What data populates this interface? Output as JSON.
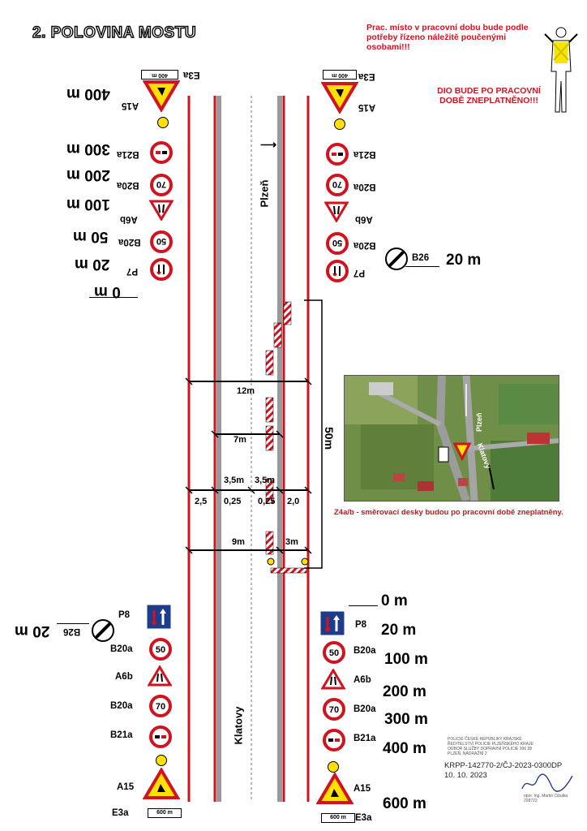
{
  "title": "2. POLOVINA MOSTU",
  "notes": {
    "worker": "Prac. místo v pracovní dobu bude podle potřeby řízeno náležitě poučenými osobami!!!",
    "dio": "DIO BUDE PO PRACOVNÍ DOBĚ ZNEPLATNĚNO!!!",
    "z4": "Z4a/b - směrovací desky budou po pracovní době zneplatněny."
  },
  "directions": {
    "north": "Plzeň",
    "south": "Klatovy"
  },
  "top_left_column": [
    {
      "code": "E3a",
      "plate": "400 m",
      "sign": "A15",
      "dist": "400 m"
    },
    {
      "code": "B21a",
      "sign": "no-overtaking",
      "dist": "300 m"
    },
    {
      "code": "B20a",
      "speed": "70",
      "dist": "200 m"
    },
    {
      "code": "A6b",
      "sign": "road-narrows",
      "dist": "100 m"
    },
    {
      "code": "B20a",
      "speed": "50",
      "dist": "50 m"
    },
    {
      "code": "P7",
      "sign": "priority-oncoming",
      "dist": "20 m"
    },
    {
      "dist": "0 m"
    }
  ],
  "top_right_column": [
    {
      "code": "E3a",
      "plate": "400 m",
      "sign": "A15"
    },
    {
      "code": "B21a"
    },
    {
      "code": "B20a",
      "speed": "70"
    },
    {
      "code": "A6b"
    },
    {
      "code": "B20a",
      "speed": "50"
    },
    {
      "code": "P7"
    }
  ],
  "b26_top": {
    "code": "B26",
    "dist": "20 m"
  },
  "b26_bottom": {
    "code": "B26",
    "dist": "20 m"
  },
  "bottom_left_column": [
    {
      "code": "P8"
    },
    {
      "code": "B20a",
      "speed": "50"
    },
    {
      "code": "A6b"
    },
    {
      "code": "B20a",
      "speed": "70"
    },
    {
      "code": "B21a"
    },
    {
      "code": "A15"
    },
    {
      "code": "E3a",
      "plate": "600 m"
    }
  ],
  "bottom_right_column": [
    {
      "code": "P8",
      "dist": "20 m"
    },
    {
      "code": "B20a",
      "speed": "50",
      "dist": "100 m"
    },
    {
      "code": "A6b",
      "dist": "200 m"
    },
    {
      "code": "B20a",
      "speed": "70",
      "dist": "300 m"
    },
    {
      "code": "B21a",
      "dist": "400 m"
    },
    {
      "code": "A15",
      "dist": "600 m"
    },
    {
      "code": "E3a",
      "plate": "600 m"
    }
  ],
  "zero_bottom": "0 m",
  "dimensions": {
    "m12": "12m",
    "m7": "7m",
    "m35a": "3,5m",
    "m35b": "3,5m",
    "m25": "2,5",
    "m025a": "0,25",
    "m025b": "0,25",
    "m20": "2,0",
    "m9": "9m",
    "m3": "3m",
    "m50": "50m"
  },
  "photo": {
    "dir1": "Plzeň",
    "dir2": "Klatovy"
  },
  "stamp": "POLICIE ČESKÉ REPUBLIKY KRAJSKÉ ŘEDITELSTVÍ POLICIE PLZEŇSKÉHO KRAJE ODBOR SLUŽBY DOPRAVNÍ POLICIE 306 28 PLZEŇ, NÁDRAŽNÍ 2",
  "reference": "KRPP-142770-2/ČJ-2023-0300DP",
  "date": "10. 10. 2023",
  "signature": "npor. Ing. Martin Cibulka 228722",
  "colors": {
    "red": "#d0131f",
    "blue": "#1e3c8c",
    "yellow": "#ffe000",
    "grey": "#999999"
  }
}
